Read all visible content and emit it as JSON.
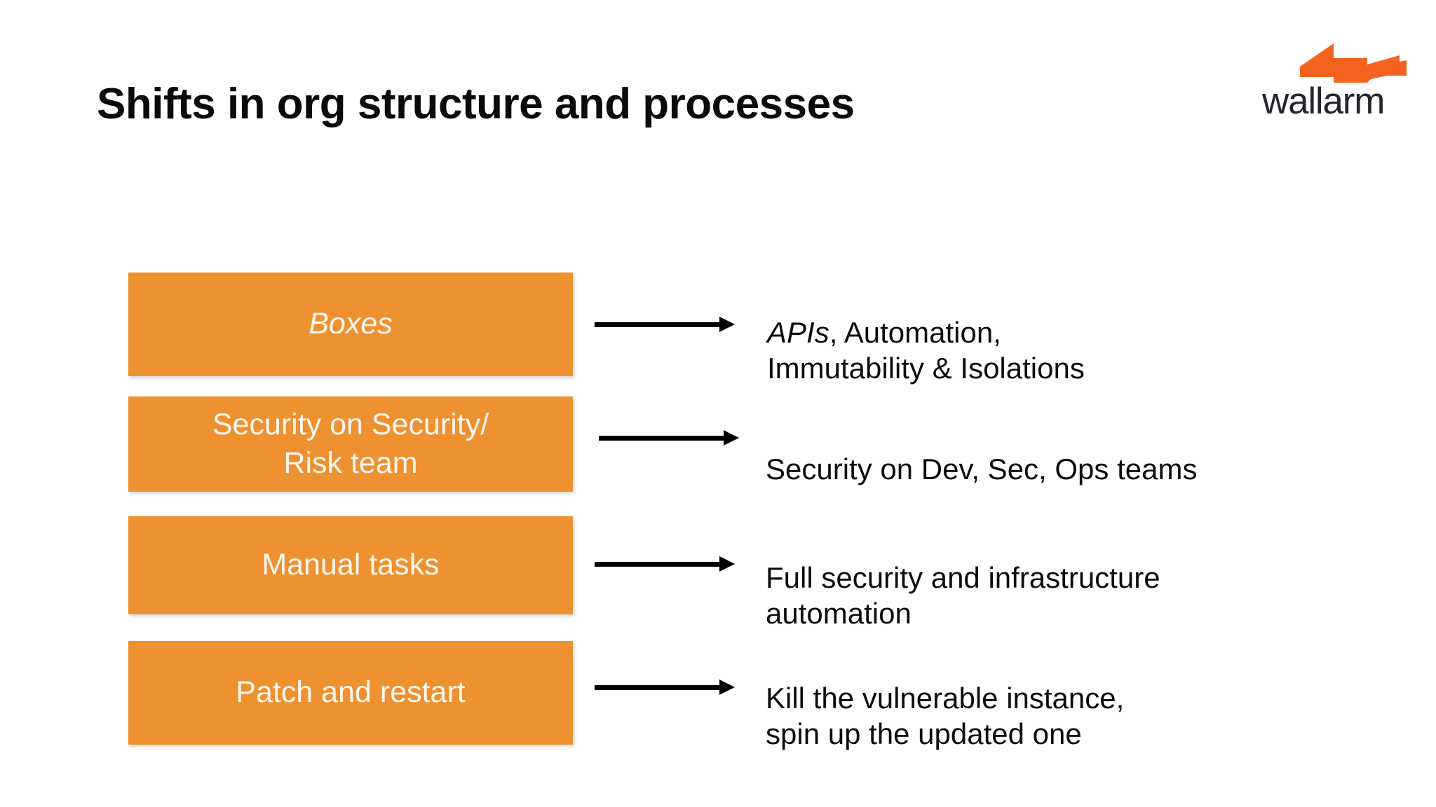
{
  "slide": {
    "title": "Shifts in org structure and processes",
    "background_color": "#FFFFFF",
    "accent_color": "#EE9130",
    "text_color": "#0D0D0D"
  },
  "logo": {
    "name": "wallarm",
    "wordmark": "wallarm",
    "mark_color": "#F4621F",
    "word_color": "#22262B"
  },
  "rows": [
    {
      "box_label": "Boxes",
      "box_italic": true,
      "desc_lead": "APIs",
      "desc_lead_italic": true,
      "desc_rest": ", Automation,\nImmutability & Isolations"
    },
    {
      "box_label": "Security on Security/\nRisk team",
      "box_italic": false,
      "desc_lead": "",
      "desc_lead_italic": false,
      "desc_rest": "Security on Dev, Sec, Ops teams"
    },
    {
      "box_label": "Manual tasks",
      "box_italic": false,
      "desc_lead": "",
      "desc_lead_italic": false,
      "desc_rest": "Full security and infrastructure\nautomation"
    },
    {
      "box_label": "Patch and restart",
      "box_italic": false,
      "desc_lead": "",
      "desc_lead_italic": false,
      "desc_rest": "Kill the vulnerable instance,\nspin up the updated one"
    }
  ]
}
